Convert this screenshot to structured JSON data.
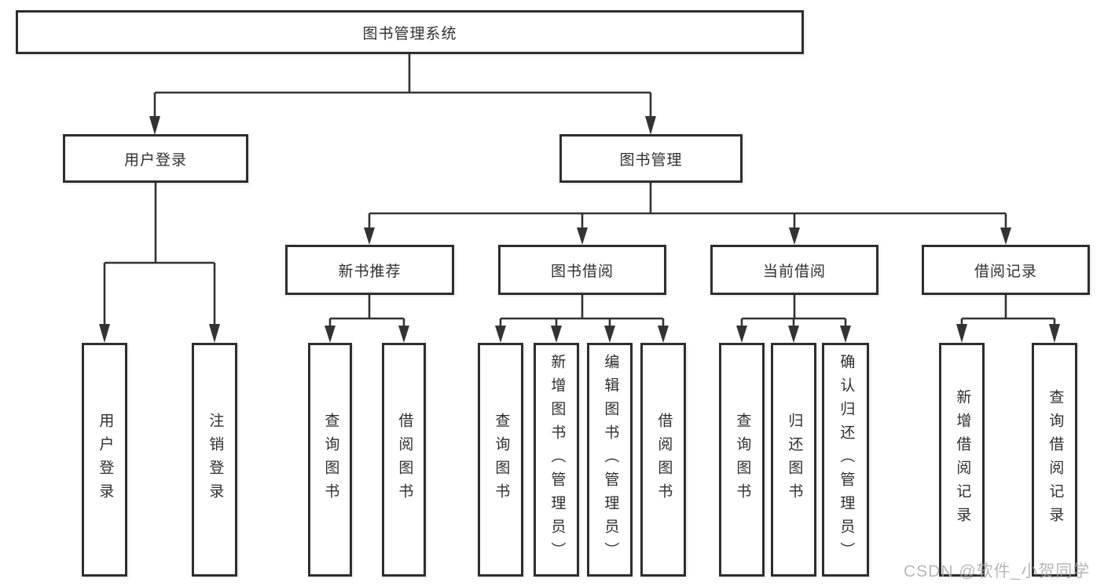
{
  "diagram_title": "图书管理系统",
  "nodes": {
    "root": {
      "label": "图书管理系统"
    },
    "userLogin": {
      "label": "用户登录",
      "children": [
        {
          "label": "用户登录"
        },
        {
          "label": "注销登录"
        }
      ]
    },
    "bookMgmt": {
      "label": "图书管理"
    },
    "newBookRec": {
      "label": "新书推荐",
      "children": [
        {
          "label": "查询图书"
        },
        {
          "label": "借阅图书"
        }
      ]
    },
    "bookBorrow": {
      "label": "图书借阅",
      "children": [
        {
          "label": "查询图书"
        },
        {
          "label": "新增图书（管理员）"
        },
        {
          "label": "编辑图书（管理员）"
        },
        {
          "label": "借阅图书"
        }
      ]
    },
    "currentBorrow": {
      "label": "当前借阅",
      "children": [
        {
          "label": "查询图书"
        },
        {
          "label": "归还图书"
        },
        {
          "label": "确认归还（管理员）"
        }
      ]
    },
    "borrowRecord": {
      "label": "借阅记录",
      "children": [
        {
          "label": "新增借阅记录"
        },
        {
          "label": "查询借阅记录"
        }
      ]
    }
  },
  "watermark": {
    "text": "CSDN @软件_小贺同学"
  },
  "colors": {
    "line": "#333333",
    "node_border": "#2e2e2e",
    "text": "#2f2f2f",
    "watermark": "#aaaaaa",
    "background": "#ffffff"
  }
}
